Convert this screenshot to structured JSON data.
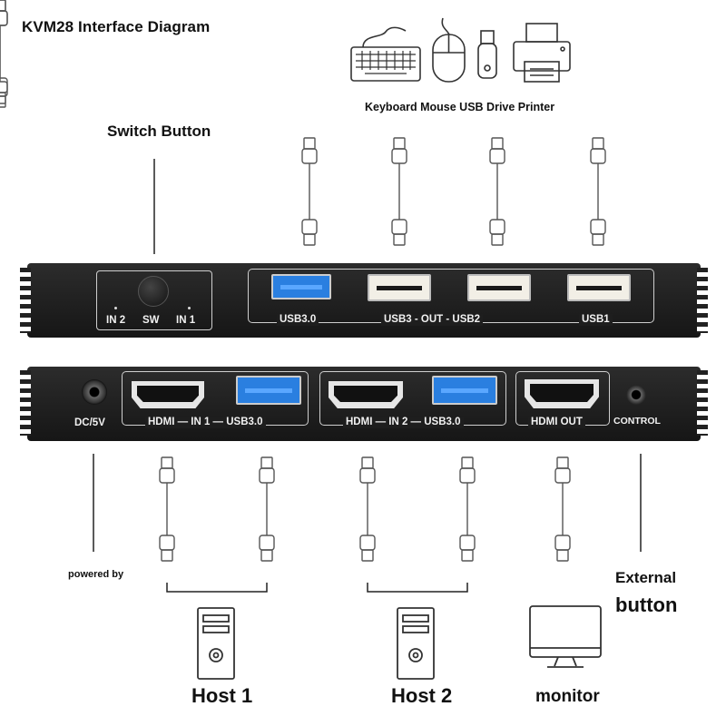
{
  "title": "KVM28 Interface Diagram",
  "labels": {
    "peripherals": "Keyboard Mouse USB Drive Printer",
    "switch_button": "Switch Button",
    "powered_by": "powered by",
    "external": "External",
    "button": "button",
    "host1": "Host 1",
    "host2": "Host 2",
    "monitor": "monitor"
  },
  "front_panel": {
    "in2": "IN 2",
    "sw": "SW",
    "in1": "IN 1",
    "usb30": "USB3.0",
    "usb3_out": "USB3 - OUT - USB2",
    "usb1": "USB1"
  },
  "back_panel": {
    "dc": "DC/5V",
    "group1": "HDMI — IN 1 — USB3.0",
    "group2": "HDMI — IN 2 — USB3.0",
    "hdmi_out": "HDMI OUT",
    "control": "CONTROL"
  },
  "colors": {
    "usb3_blue": "#2a7fe0",
    "panel": "#1e1e1e",
    "port_white": "#f2efe6"
  },
  "icons": [
    "keyboard-icon",
    "mouse-icon",
    "usb-drive-icon",
    "printer-icon",
    "computer-tower-icon",
    "monitor-icon"
  ]
}
